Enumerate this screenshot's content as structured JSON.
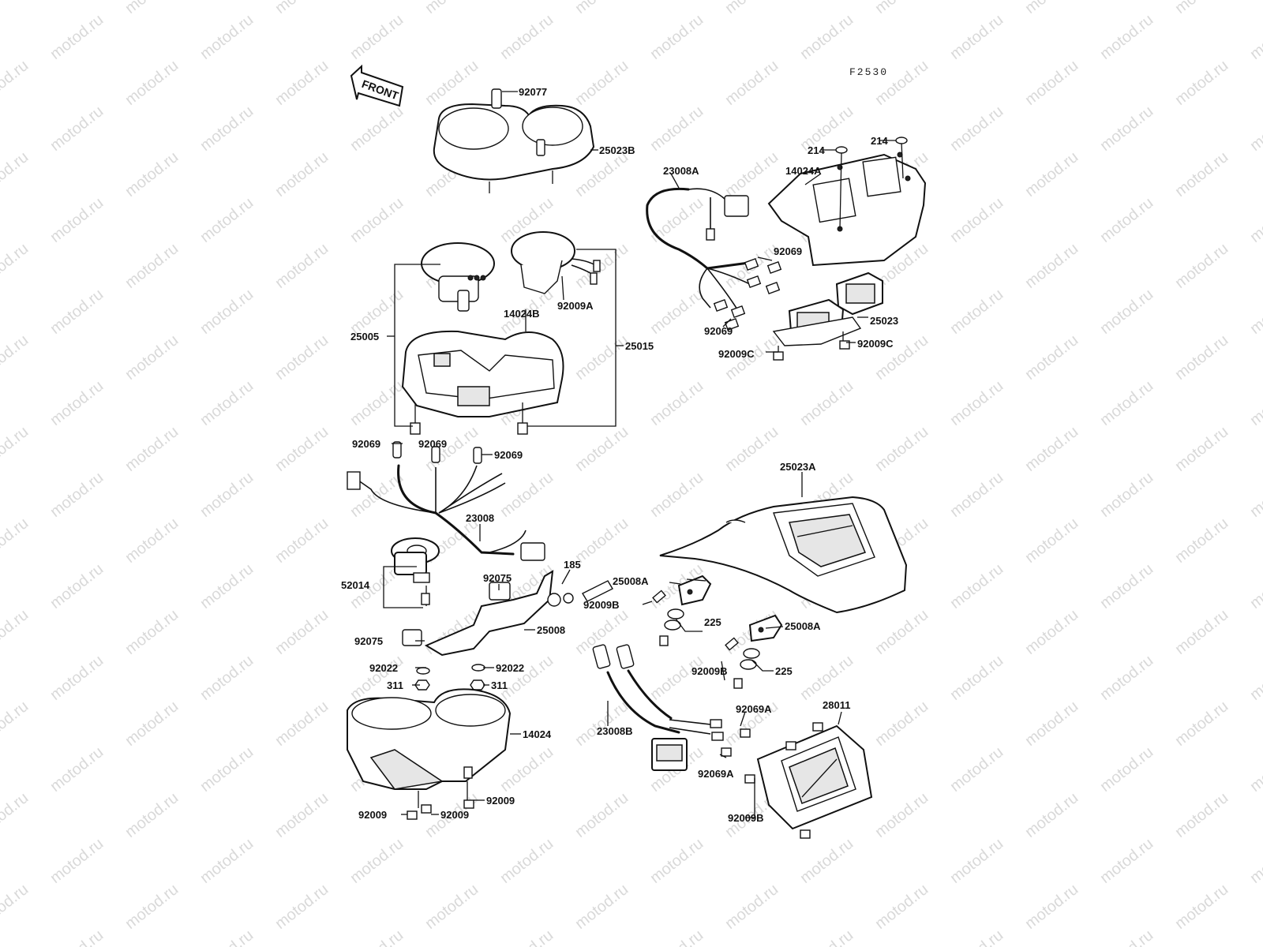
{
  "watermark": "motod.ru",
  "figure_code": "F2530",
  "front_label": "FRONT",
  "parts": {
    "p92077": "92077",
    "p25023B": "25023B",
    "p23008A": "23008A",
    "p214a": "214",
    "p214b": "214",
    "p14024A": "14024A",
    "p92069_top": "92069",
    "p92009A": "92009A",
    "p14024B": "14024B",
    "p25005": "25005",
    "p25015": "25015",
    "p92069_mid": "92069",
    "p25023": "25023",
    "p92009C_a": "92009C",
    "p92009C_b": "92009C",
    "p92069_w1": "92069",
    "p92069_w2": "92069",
    "p92069_w3": "92069",
    "p23008": "23008",
    "p25023A": "25023A",
    "p52014": "52014",
    "p92075_a": "92075",
    "p185": "185",
    "p25008A_a": "25008A",
    "p92009B_a": "92009B",
    "p225_a": "225",
    "p92075_b": "92075",
    "p25008": "25008",
    "p25008A_b": "25008A",
    "p92022_a": "92022",
    "p92022_b": "92022",
    "p92009B_b": "92009B",
    "p225_b": "225",
    "p311_a": "311",
    "p311_b": "311",
    "p92069A_a": "92069A",
    "p28011": "28011",
    "p14024": "14024",
    "p23008B": "23008B",
    "p92069A_b": "92069A",
    "p92009_a": "92009",
    "p92009B_c": "92009B",
    "p92009_b": "92009",
    "p92009_c": "92009"
  }
}
